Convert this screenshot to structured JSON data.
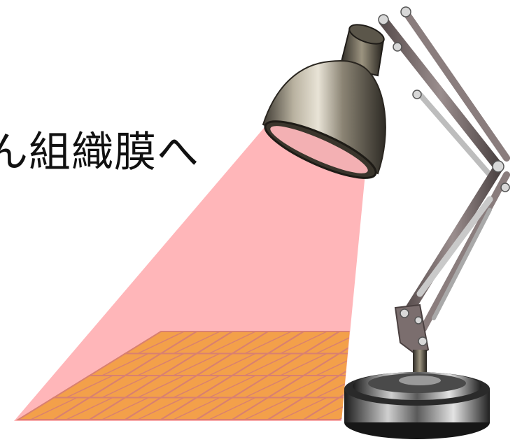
{
  "caption": {
    "text": "ん組織膜へ"
  },
  "colors": {
    "light_beam": "#ffb6b9",
    "membrane_cell": "#f3a04a",
    "membrane_line": "#d98070",
    "shade_metal": "#6b6658",
    "arm_metal": "#7b6e6e",
    "spring_rod": "#c9c9c9",
    "base_metal": "#2a2a2a"
  },
  "icons": {
    "lamp": "desk-lamp-icon",
    "beam": "light-beam",
    "membrane": "tissue-membrane-grid"
  }
}
